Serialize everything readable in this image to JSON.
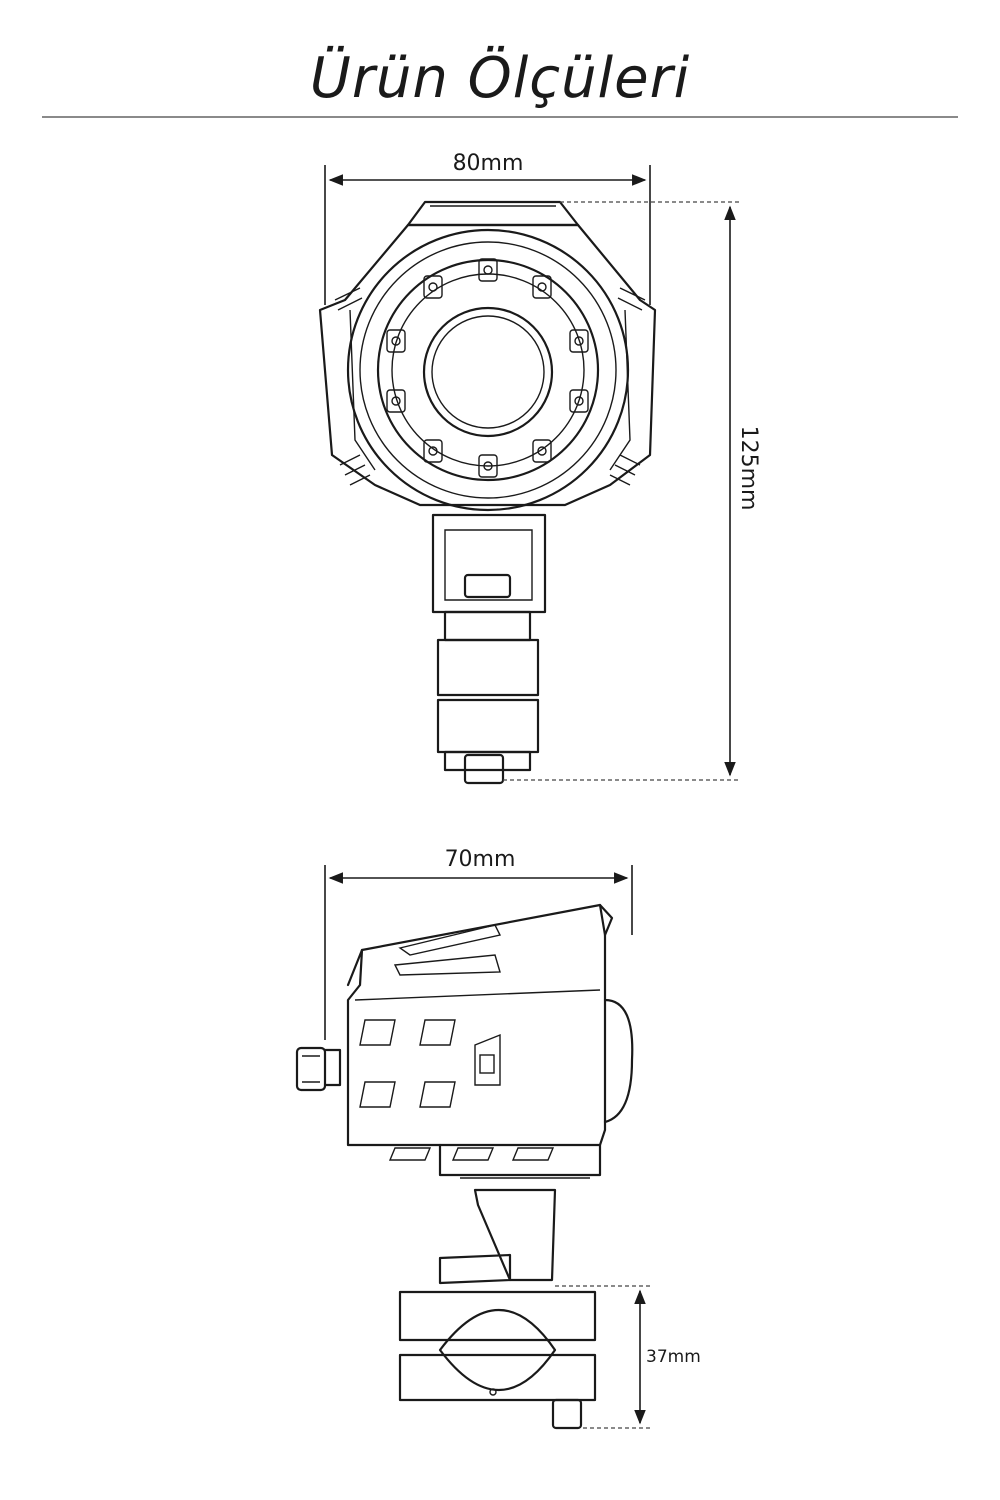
{
  "title": "Ürün Ölçüleri",
  "dimensions": {
    "front_width": "80mm",
    "front_height": "125mm",
    "side_width": "70mm",
    "clamp_height": "37mm"
  }
}
